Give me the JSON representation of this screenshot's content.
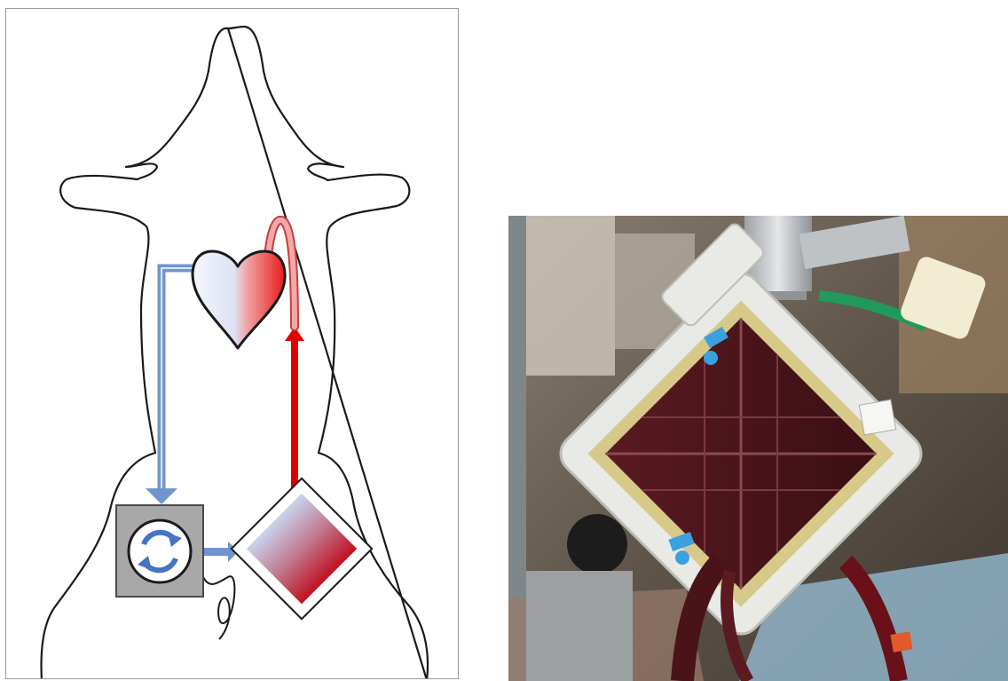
{
  "figure": {
    "left_panel": {
      "kind": "ecmo-circuit-schematic",
      "icons": [
        "animal-outline",
        "heart-icon",
        "pump-icon",
        "oxygenator-icon"
      ],
      "colors": {
        "venous": "#6f95cf",
        "arterial": "#e00000",
        "heart_left": "#dde3f4",
        "heart_right": "#e81a1a",
        "pump_box": "#a8a8a8",
        "outline": "#1a1a1a"
      }
    },
    "right_panel": {
      "kind": "photo",
      "subject": "oxygenator-device",
      "colors": {
        "device_housing": "#e9e9e6",
        "blood": "#4a1318",
        "connector": "#3aa0e0",
        "tube_green": "#1f9a5a"
      }
    }
  }
}
